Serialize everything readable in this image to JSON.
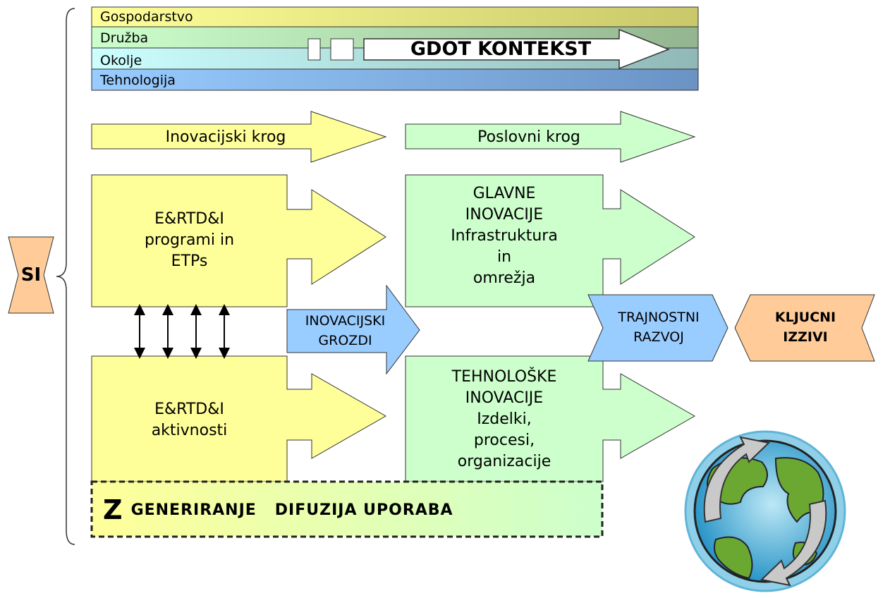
{
  "context": {
    "bands": [
      "Gospodarstvo",
      "Družba",
      "Okolje",
      "Tehnologija"
    ],
    "arrow_label": "GDOT KONTEKST"
  },
  "cycles": {
    "innovation": "Inovacijski krog",
    "business": "Poslovni krog"
  },
  "blocks": {
    "programs": [
      "E&RTD&I",
      "programi in",
      "ETPs"
    ],
    "activities": [
      "E&RTD&I",
      "aktivnosti"
    ],
    "major_innovations": [
      "GLAVNE",
      "INOVACIJE",
      "Infrastruktura",
      "in",
      "omrežja"
    ],
    "tech_innovations": [
      "TEHNOLOŠKE",
      "INOVACIJE",
      "Izdelki,",
      "procesi,",
      "organizacije"
    ]
  },
  "clusters": [
    "INOVACIJSKI",
    "GROZDI"
  ],
  "sustainable": [
    "TRAJNOSTNI",
    "RAZVOJ"
  ],
  "key_challenges": [
    "KLJUCNI",
    "IZZIVI"
  ],
  "si_label": "SI",
  "bottom": {
    "letter": "Z",
    "text": "GENERIRANJE   DIFUZIJA UPORABA"
  },
  "colors": {
    "yellow": "#ffff99",
    "green": "#ccffcc",
    "blue": "#99ccff",
    "orange": "#ffcc99",
    "globe_water": "#33a0d0",
    "globe_land": "#6aa832"
  }
}
